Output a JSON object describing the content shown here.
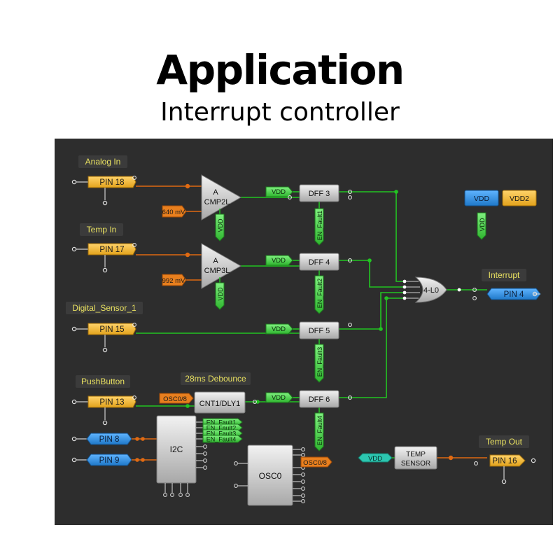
{
  "header": {
    "title": "Application",
    "subtitle": "Interrupt controller"
  },
  "colors": {
    "canvas": "#2d2d2d",
    "green": "#22c422",
    "orange": "#e06a12",
    "pin_yellow": "#f2b531",
    "pin_blue": "#2e8fe0",
    "label_text": "#e8e060",
    "block_gray": "#c8c8c8"
  },
  "labels": {
    "analog_in": "Analog In",
    "temp_in": "Temp In",
    "digital_sensor": "Digital_Sensor_1",
    "pushbutton": "PushButton",
    "debounce": "28ms Debounce",
    "interrupt": "Interrupt",
    "temp_out": "Temp Out"
  },
  "pins": {
    "pin18": "PIN 18",
    "pin17": "PIN 17",
    "pin15": "PIN 15",
    "pin13": "PIN 13",
    "pin8": "PIN 8",
    "pin9": "PIN 9",
    "pin4": "PIN 4",
    "pin16": "PIN 16"
  },
  "blocks": {
    "cmp2_a": "A",
    "cmp2_b": "CMP2L",
    "cmp3_a": "A",
    "cmp3_b": "CMP3L",
    "dff3": "DFF 3",
    "dff4": "DFF 4",
    "dff5": "DFF 5",
    "dff6": "DFF 6",
    "or_gate": "4-L0",
    "cnt": "CNT1/DLY1",
    "i2c": "I2C",
    "osc": "OSC0",
    "temp_sensor_1": "TEMP",
    "temp_sensor_2": "SENSOR"
  },
  "tags": {
    "vdd": "VDD",
    "vdd2": "VDD2",
    "mv640": "640 mV",
    "mv992": "992 mV",
    "osc08": "OSC0/8",
    "en_fault1": "EN_Fault1",
    "en_fault2": "EN_Fault2",
    "en_fault3": "EN_Fault3",
    "en_fault4": "EN_Fault4"
  }
}
